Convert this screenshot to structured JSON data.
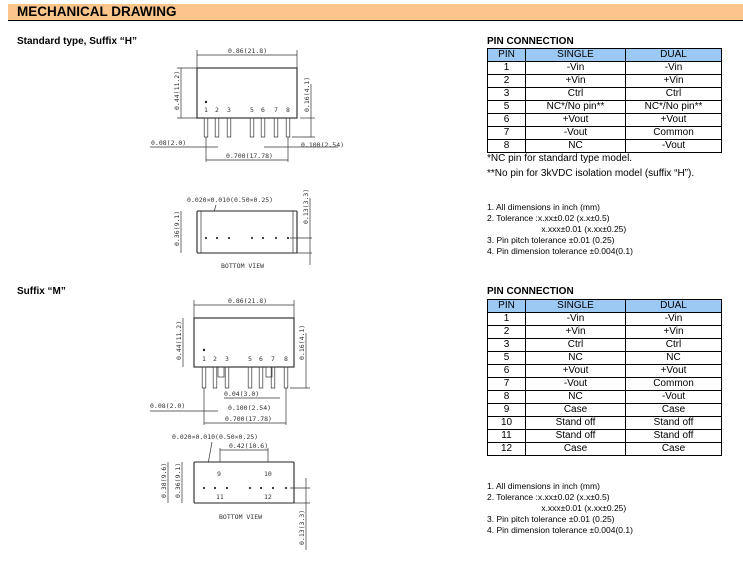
{
  "header": {
    "title": "MECHANICAL DRAWING"
  },
  "h": {
    "subtitle": "Standard type, Suffix “H”",
    "dims": {
      "width": "0.86(21.8)",
      "height": "0.44(11.2)",
      "pin_len": "0.16(4.1)",
      "offset": "0.08(2.0)",
      "pitch": "0.100(2.54)",
      "span": "0.700(17.78)",
      "pin_size": "0.020×0.010(0.50×0.25)",
      "depth": "0.36(9.1)",
      "row": "0.13(3.3)",
      "bottom_view": "BOTTOM  VIEW"
    },
    "pins": [
      "1",
      "2",
      "3",
      "5",
      "6",
      "7",
      "8"
    ],
    "table": {
      "title": "PIN CONNECTION",
      "headers": [
        "PIN",
        "SINGLE",
        "DUAL"
      ],
      "rows": [
        [
          "1",
          "-Vin",
          "-Vin"
        ],
        [
          "2",
          "+Vin",
          "+Vin"
        ],
        [
          "3",
          "Ctrl",
          "Ctrl"
        ],
        [
          "5",
          "NC*/No pin**",
          "NC*/No pin**"
        ],
        [
          "6",
          "+Vout",
          "+Vout"
        ],
        [
          "7",
          "-Vout",
          "Common"
        ],
        [
          "8",
          "NC",
          "-Vout"
        ]
      ]
    },
    "footnotes": [
      "*NC pin for standard type model.",
      "**No pin for 3kVDC isolation model (suffix “H”)."
    ],
    "notes": [
      "1. All dimensions in inch (mm)",
      "2. Tolerance :x.xx±0.02 (x.x±0.5)",
      "                       x.xxx±0.01 (x.xx±0.25)",
      "3. Pin pitch tolerance ±0.01 (0.25)",
      "4. Pin dimension tolerance ±0.004(0.1)"
    ]
  },
  "m": {
    "subtitle": "Suffix “M”",
    "dims": {
      "width": "0.86(21.8)",
      "height": "0.44(11.2)",
      "pin_len": "0.16(4.1)",
      "standoff": "0.04(3.0)",
      "offset": "0.08(2.0)",
      "pitch": "0.100(2.54)",
      "span": "0.700(17.78)",
      "pin_size": "0.020×0.010(0.50×0.25)",
      "case_pitch": "0.42(10.6)",
      "outer": "0.38(9.6)",
      "depth": "0.36(9.1)",
      "row": "0.13(3.3)",
      "bottom_view": "BOTTOM  VIEW"
    },
    "pins": [
      "1",
      "2",
      "3",
      "5",
      "6",
      "7",
      "8"
    ],
    "case_pins": [
      "9",
      "10",
      "11",
      "12"
    ],
    "table": {
      "title": "PIN CONNECTION",
      "headers": [
        "PIN",
        "SINGLE",
        "DUAL"
      ],
      "rows": [
        [
          "1",
          "-Vin",
          "-Vin"
        ],
        [
          "2",
          "+Vin",
          "+Vin"
        ],
        [
          "3",
          "Ctrl",
          "Ctrl"
        ],
        [
          "5",
          "NC",
          "NC"
        ],
        [
          "6",
          "+Vout",
          "+Vout"
        ],
        [
          "7",
          "-Vout",
          "Common"
        ],
        [
          "8",
          "NC",
          "-Vout"
        ],
        [
          "9",
          "Case",
          "Case"
        ],
        [
          "10",
          "Stand off",
          "Stand off"
        ],
        [
          "11",
          "Stand off",
          "Stand off"
        ],
        [
          "12",
          "Case",
          "Case"
        ]
      ]
    },
    "notes": [
      "1. All dimensions in inch (mm)",
      "2. Tolerance :x.xx±0.02 (x.x±0.5)",
      "                       x.xxx±0.01 (x.xx±0.25)",
      "3. Pin pitch tolerance ±0.01 (0.25)",
      "4. Pin dimension tolerance ±0.004(0.1)"
    ]
  }
}
